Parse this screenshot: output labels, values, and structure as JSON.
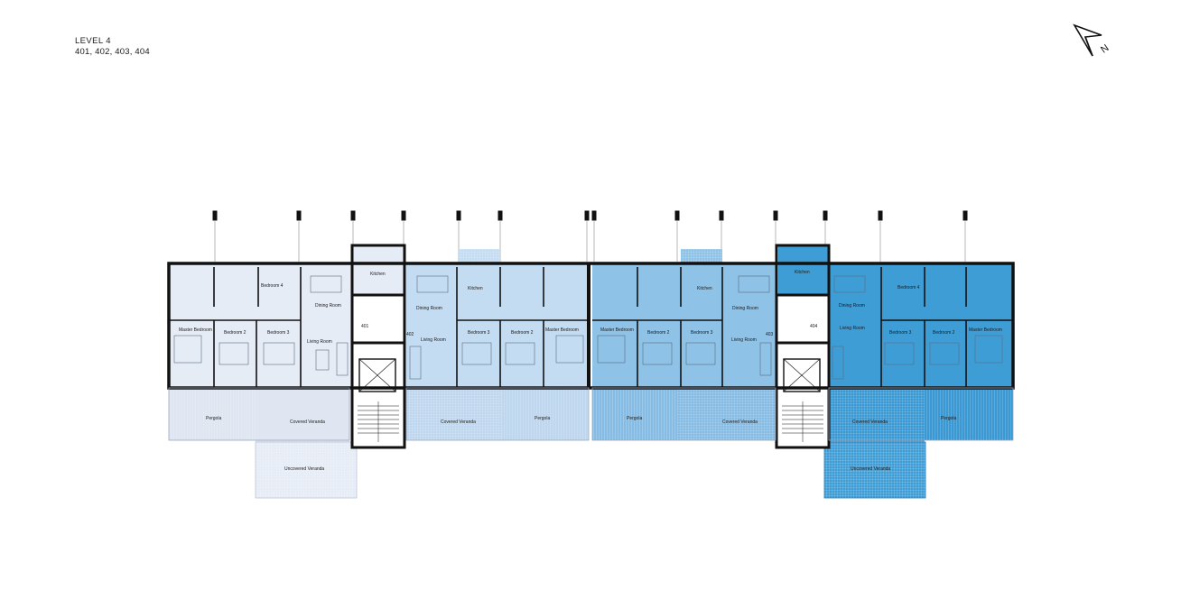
{
  "header": {
    "level": "LEVEL 4",
    "units": "401, 402, 403, 404"
  },
  "compass": {
    "icon": "north-arrow-icon",
    "label": "N"
  },
  "colors": {
    "unit_401": "#e6ecf6",
    "unit_402": "#c4dcf1",
    "unit_403": "#8fc2e7",
    "unit_404": "#3f9dd6",
    "wall": "#111111"
  },
  "units": [
    {
      "id": "401",
      "rooms": {
        "kitchen": "Kitchen",
        "bedroom4": "Bedroom 4",
        "dining": "Dining Room",
        "master": "Master Bedroom",
        "bedroom2": "Bedroom 2",
        "bedroom3": "Bedroom 3",
        "living": "Living Room",
        "pergola": "Pergola",
        "covered": "Covered Veranda",
        "uncovered": "Uncovered Veranda"
      }
    },
    {
      "id": "402",
      "rooms": {
        "dining": "Dining Room",
        "kitchen": "Kitchen",
        "living": "Living Room",
        "bedroom3": "Bedroom 3",
        "bedroom2": "Bedroom 2",
        "master": "Master Bedroom",
        "covered": "Covered Veranda",
        "pergola": "Pergola"
      }
    },
    {
      "id": "403",
      "rooms": {
        "master": "Master Bedroom",
        "bedroom2": "Bedroom 2",
        "kitchen": "Kitchen",
        "bedroom3": "Bedroom 3",
        "dining": "Dining Room",
        "living": "Living Room",
        "pergola": "Pergola",
        "covered": "Covered Veranda"
      }
    },
    {
      "id": "404",
      "rooms": {
        "kitchen": "Kitchen",
        "dining": "Dining Room",
        "bedroom4": "Bedroom 4",
        "living": "Living Room",
        "bedroom3": "Bedroom 3",
        "bedroom2": "Bedroom 2",
        "master": "Master Bedroom",
        "covered": "Covered Veranda",
        "pergola": "Pergola",
        "uncovered": "Uncovered Veranda"
      }
    }
  ]
}
